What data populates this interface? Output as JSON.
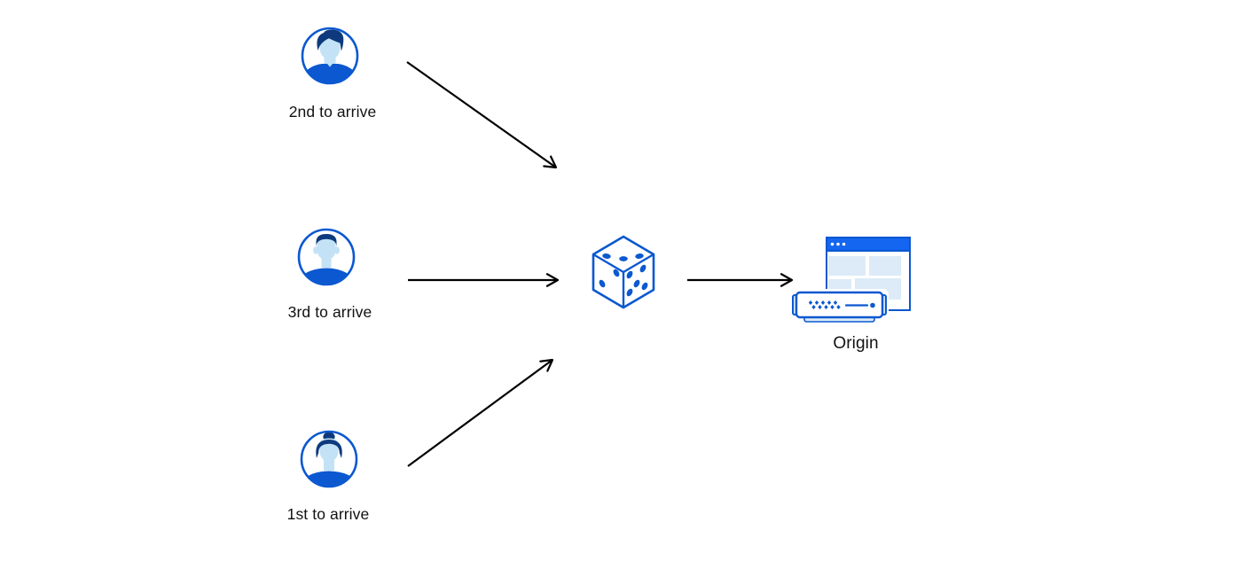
{
  "diagram": {
    "clients": [
      {
        "label": "2nd to arrive",
        "avatar_icon": "male-user-pompadour-avatar-icon"
      },
      {
        "label": "3rd to arrive",
        "avatar_icon": "male-user-short-hair-avatar-icon"
      },
      {
        "label": "1st to arrive",
        "avatar_icon": "female-user-bun-avatar-icon"
      }
    ],
    "randomizer": {
      "icon": "dice-icon"
    },
    "origin": {
      "label": "Origin",
      "icon": "origin-server-browser-icon"
    },
    "colors": {
      "primary_blue": "#0b58d0",
      "titlebar_blue": "#1465ef",
      "hair_navy": "#0e3a7d",
      "skin_light_blue": "#c3e2f5",
      "block_light_blue": "#dcebf7",
      "lug_light_blue": "#cfe6f7",
      "arrow_black": "#000000",
      "label_text": "#111111",
      "background": "#ffffff"
    }
  }
}
